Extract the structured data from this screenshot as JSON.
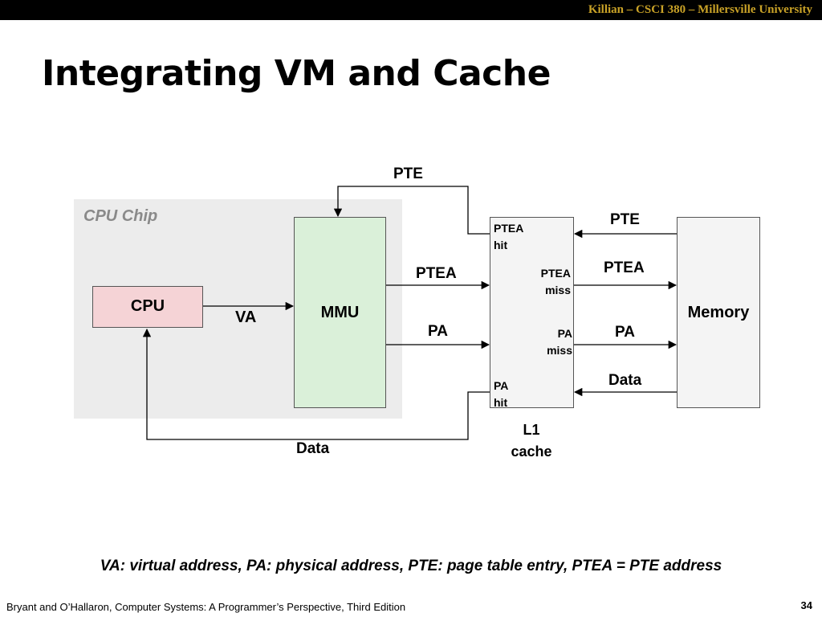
{
  "header": {
    "course": "Killian – CSCI 380 – Millersville University"
  },
  "slide": {
    "title": "Integrating VM and Cache"
  },
  "diagram": {
    "chip_label": "CPU Chip",
    "cpu": "CPU",
    "mmu": "MMU",
    "memory": "Memory",
    "cache": {
      "line1": "L1",
      "line2": "cache"
    },
    "labels": {
      "pte_top": "PTE",
      "va": "VA",
      "ptea_mmu": "PTEA",
      "pa_mmu": "PA",
      "data_bottom": "Data",
      "pte_mem": "PTE",
      "ptea_mem": "PTEA",
      "pa_mem": "PA",
      "data_mem": "Data"
    },
    "cache_labels": {
      "ptea_hit": {
        "a": "PTEA",
        "b": "hit"
      },
      "ptea_miss": {
        "a": "PTEA",
        "b": "miss"
      },
      "pa_miss": {
        "a": "PA",
        "b": "miss"
      },
      "pa_hit": {
        "a": "PA",
        "b": "hit"
      }
    }
  },
  "caption": "VA: virtual address, PA: physical address, PTE: page table entry, PTEA = PTE address",
  "footer": {
    "citation": "Bryant and O’Hallaron, Computer Systems: A Programmer’s Perspective, Third Edition",
    "page_number": "34"
  }
}
